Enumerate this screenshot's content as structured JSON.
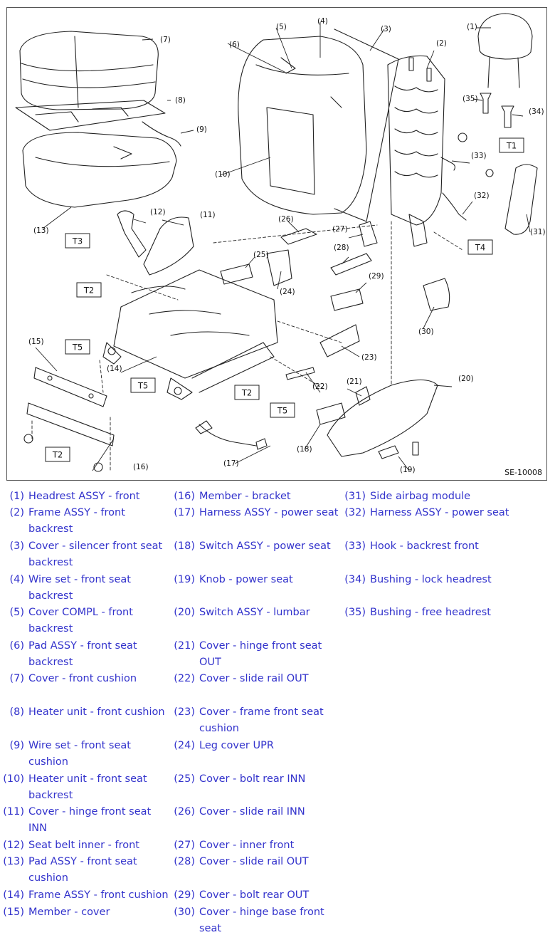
{
  "diagram": {
    "code": "SE-10008",
    "callouts": [
      "(1)",
      "(2)",
      "(3)",
      "(4)",
      "(5)",
      "(6)",
      "(7)",
      "(8)",
      "(9)",
      "(10)",
      "(11)",
      "(12)",
      "(13)",
      "(14)",
      "(15)",
      "(16)",
      "(17)",
      "(18)",
      "(19)",
      "(20)",
      "(21)",
      "(22)",
      "(23)",
      "(24)",
      "(25)",
      "(26)",
      "(27)",
      "(28)",
      "(29)",
      "(30)",
      "(31)",
      "(32)",
      "(33)",
      "(34)",
      "(35)"
    ],
    "torque_tags": [
      "T1",
      "T2",
      "T3",
      "T4",
      "T5"
    ]
  },
  "legend": {
    "items": [
      {
        "num": "(1)",
        "text": "Headrest ASSY - front"
      },
      {
        "num": "(2)",
        "text": "Frame ASSY - front backrest"
      },
      {
        "num": "(3)",
        "text": "Cover - silencer front seat backrest"
      },
      {
        "num": "(4)",
        "text": "Wire set - front seat backrest"
      },
      {
        "num": "(5)",
        "text": "Cover COMPL - front backrest"
      },
      {
        "num": "(6)",
        "text": "Pad ASSY - front seat backrest"
      },
      {
        "num": "(7)",
        "text": "Cover - front cushion"
      },
      {
        "num": "(8)",
        "text": "Heater unit - front cushion"
      },
      {
        "num": "(9)",
        "text": "Wire set - front seat cushion"
      },
      {
        "num": "(10)",
        "text": "Heater unit - front seat backrest"
      },
      {
        "num": "(11)",
        "text": "Cover - hinge front seat INN"
      },
      {
        "num": "(12)",
        "text": "Seat belt inner - front"
      },
      {
        "num": "(13)",
        "text": "Pad ASSY - front seat cushion"
      },
      {
        "num": "(14)",
        "text": "Frame ASSY - front cushion"
      },
      {
        "num": "(15)",
        "text": "Member - cover"
      },
      {
        "num": "(16)",
        "text": "Member - bracket"
      },
      {
        "num": "(17)",
        "text": "Harness ASSY - power seat"
      },
      {
        "num": "(18)",
        "text": "Switch ASSY - power seat"
      },
      {
        "num": "(19)",
        "text": "Knob - power seat"
      },
      {
        "num": "(20)",
        "text": "Switch ASSY - lumbar"
      },
      {
        "num": "(21)",
        "text": "Cover - hinge front seat OUT"
      },
      {
        "num": "(22)",
        "text": "Cover - slide rail OUT"
      },
      {
        "num": "(23)",
        "text": "Cover - frame front seat cushion"
      },
      {
        "num": "(24)",
        "text": "Leg cover UPR"
      },
      {
        "num": "(25)",
        "text": "Cover - bolt rear INN"
      },
      {
        "num": "(26)",
        "text": "Cover - slide rail INN"
      },
      {
        "num": "(27)",
        "text": "Cover - inner front"
      },
      {
        "num": "(28)",
        "text": "Cover - slide rail OUT"
      },
      {
        "num": "(29)",
        "text": "Cover - bolt rear OUT"
      },
      {
        "num": "(30)",
        "text": "Cover - hinge base front seat"
      },
      {
        "num": "(31)",
        "text": "Side airbag module"
      },
      {
        "num": "(32)",
        "text": "Harness ASSY - power seat"
      },
      {
        "num": "(33)",
        "text": "Hook - backrest front"
      },
      {
        "num": "(34)",
        "text": "Bushing - lock headrest"
      },
      {
        "num": "(35)",
        "text": "Bushing - free headrest"
      }
    ]
  }
}
